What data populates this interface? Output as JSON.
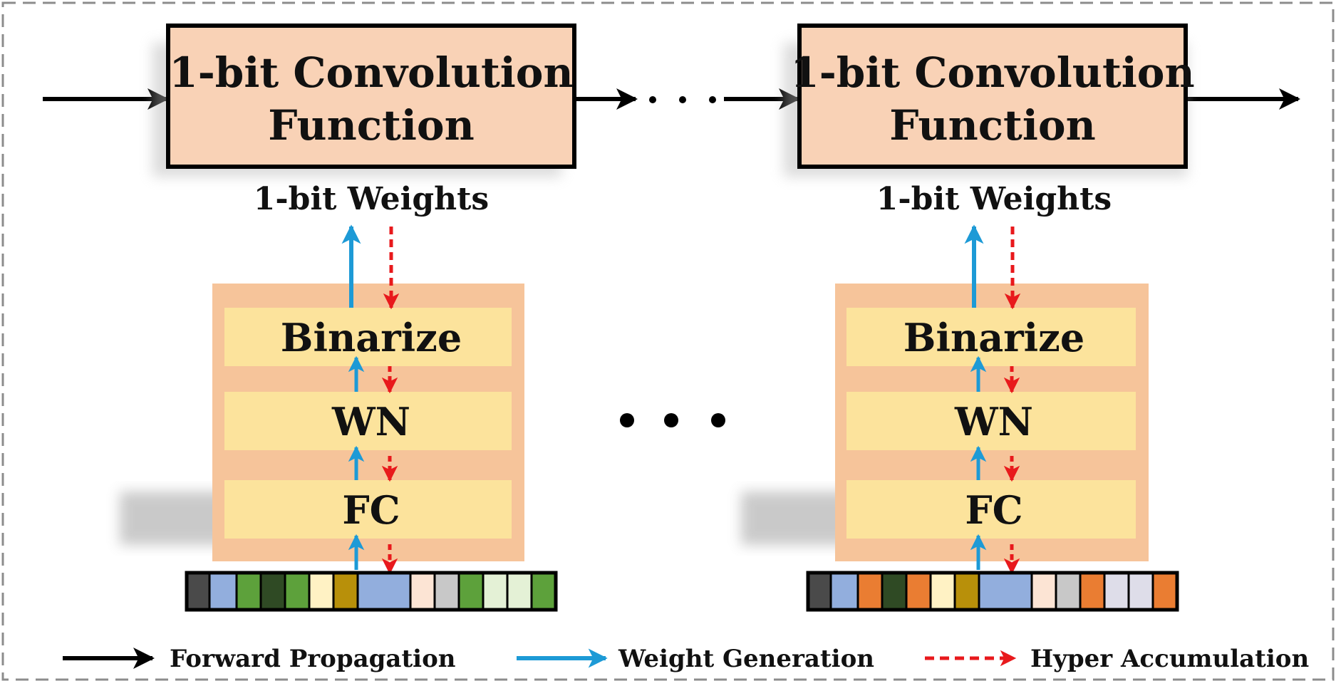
{
  "conv_label_line1": "1-bit Convolution",
  "conv_label_line2": "Function",
  "weights_label": "1-bit Weights",
  "layer_labels": {
    "binarize": "Binarize",
    "wn": "WN",
    "fc": "FC"
  },
  "legend": {
    "forward": "Forward Propagation",
    "weight_gen": "Weight Generation",
    "hyper_acc": "Hyper Accumulation"
  },
  "colors": {
    "conv_fill": "#f9d2b6",
    "hyper_fill": "#f6c49a",
    "layer_fill": "#fce39c",
    "forward": "#000000",
    "weight_gen": "#1d9ad6",
    "hyper_acc": "#e8191c",
    "border_dash": "#8c8c8c"
  },
  "strips": [
    [
      "#4a4a4a",
      "#92aedd",
      "#5da13b",
      "#2f4a24",
      "#5da13b",
      "#fff2c4",
      "#b8900a",
      "#92aedd",
      "#fce4d4",
      "#c8c8c8",
      "#5da13b",
      "#e4f1d6",
      "#e4f1d6",
      "#5da13b"
    ],
    [
      "#4a4a4a",
      "#92aedd",
      "#ea7d32",
      "#2f4a24",
      "#ea7d32",
      "#fff2c4",
      "#b8900a",
      "#92aedd",
      "#fce4d4",
      "#c8c8c8",
      "#ea7d32",
      "#dedde9",
      "#dedde9",
      "#ea7d32"
    ]
  ]
}
